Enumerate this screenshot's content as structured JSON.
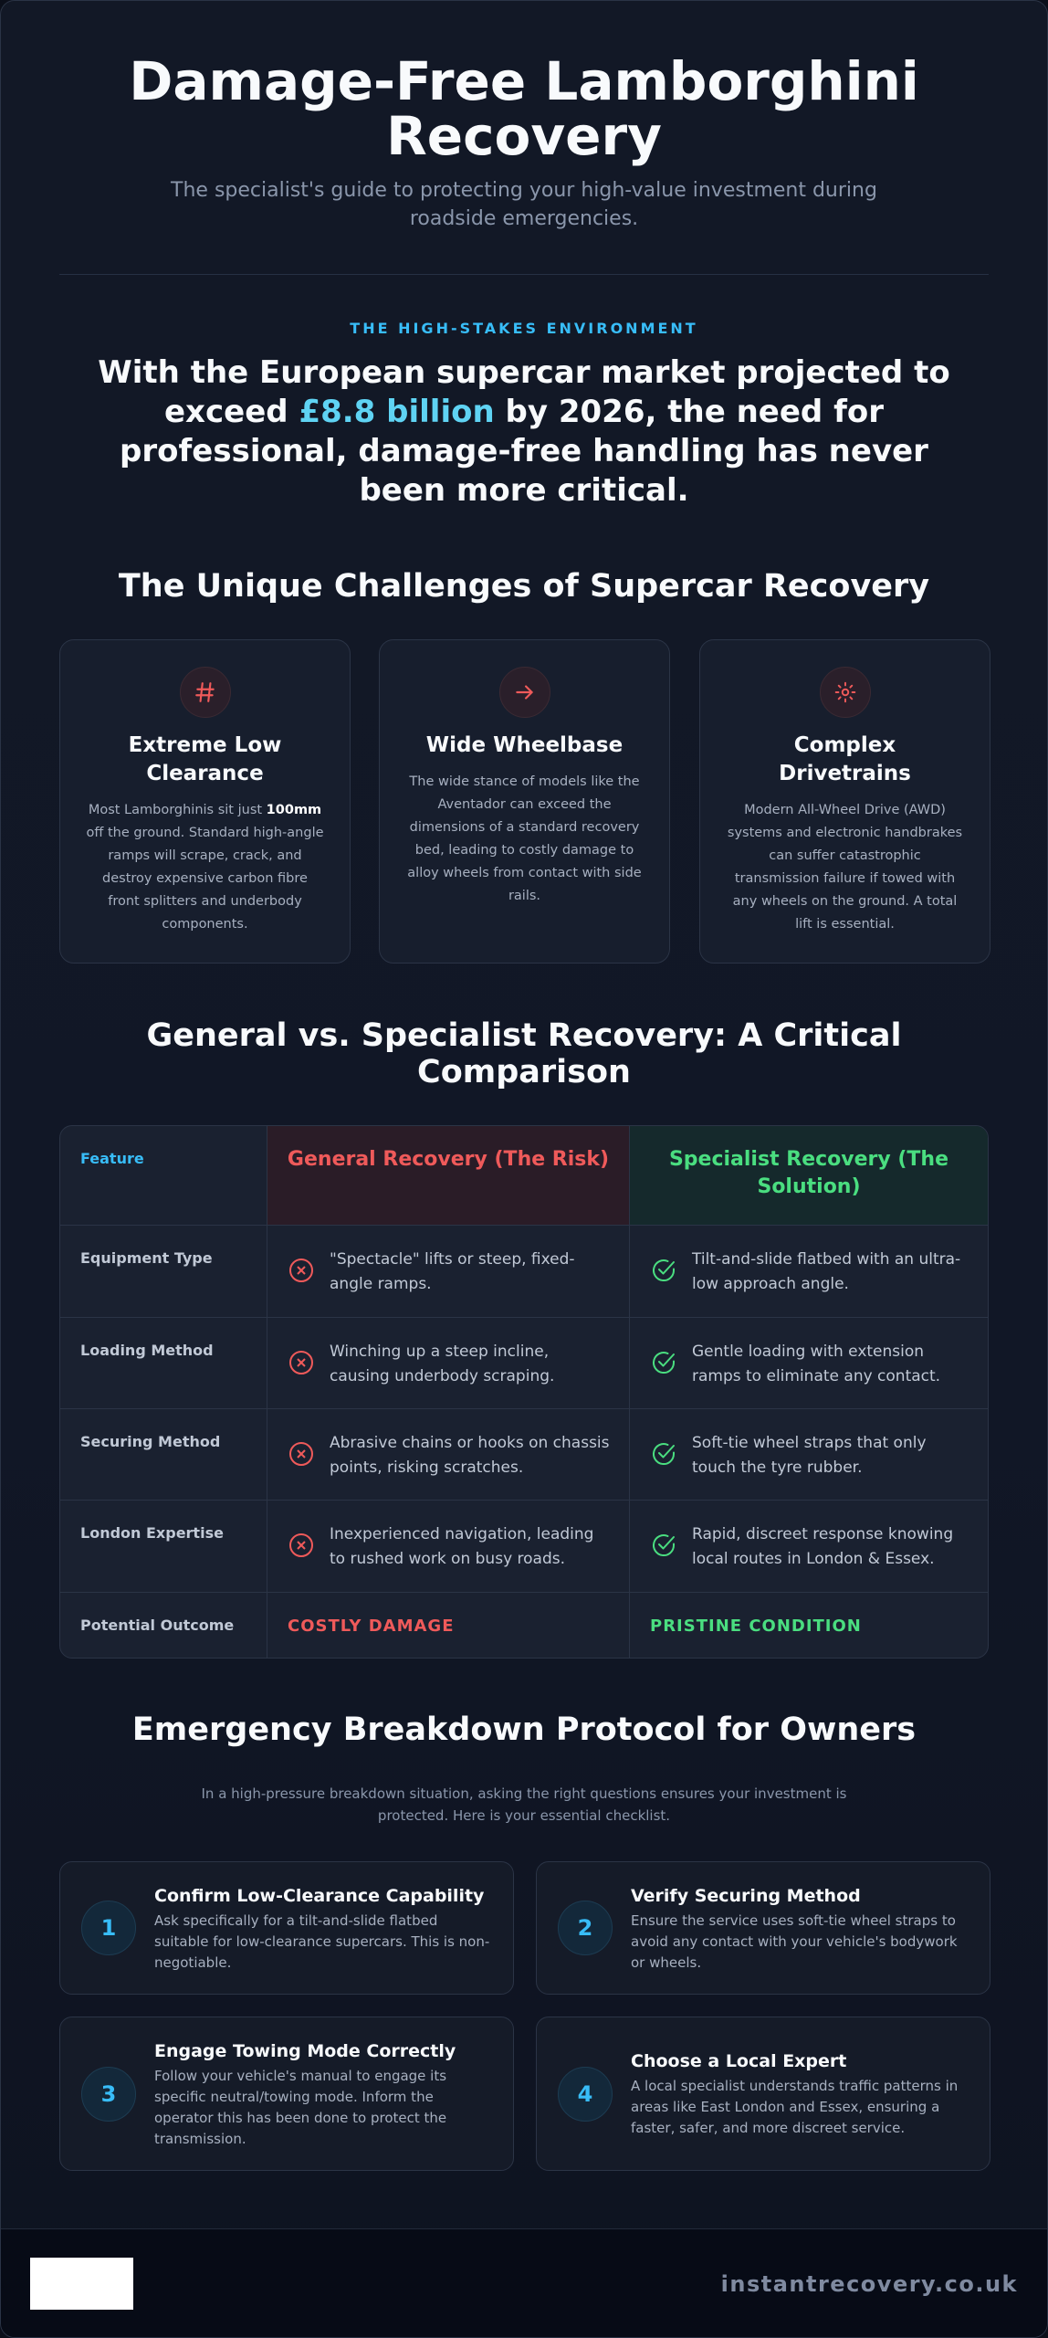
{
  "header": {
    "title": "Damage-Free Lamborghini Recovery",
    "subtitle": "The specialist's guide to protecting your high-value investment during roadside emergencies."
  },
  "intro": {
    "eyebrow": "THE HIGH-STAKES ENVIRONMENT",
    "lead_before": "With the European supercar market projected to exceed ",
    "lead_highlight": "£8.8 billion",
    "lead_after": " by 2026, the need for professional, damage-free handling has never been more critical."
  },
  "challenges": {
    "title": "The Unique Challenges of Supercar Recovery",
    "cards": [
      {
        "icon": "hash-icon",
        "title": "Extreme Low Clearance",
        "body_before": "Most Lamborghinis sit just ",
        "body_bold": "100mm",
        "body_after": " off the ground. Standard high-angle ramps will scrape, crack, and destroy expensive carbon fibre front splitters and underbody components."
      },
      {
        "icon": "arrow-right-icon",
        "title": "Wide Wheelbase",
        "body": "The wide stance of models like the Aventador can exceed the dimensions of a standard recovery bed, leading to costly damage to alloy wheels from contact with side rails."
      },
      {
        "icon": "gear-icon",
        "title": "Complex Drivetrains",
        "body": "Modern All-Wheel Drive (AWD) systems and electronic handbrakes can suffer catastrophic transmission failure if towed with any wheels on the ground. A total lift is essential."
      }
    ]
  },
  "comparison": {
    "title": "General vs. Specialist Recovery: A Critical Comparison",
    "headers": {
      "feature": "Feature",
      "general": "General Recovery (The Risk)",
      "specialist": "Specialist Recovery (The Solution)"
    },
    "rows": [
      {
        "feature": "Equipment Type",
        "general": "\"Spectacle\" lifts or steep, fixed-angle ramps.",
        "specialist": "Tilt-and-slide flatbed with an ultra-low approach angle."
      },
      {
        "feature": "Loading Method",
        "general": "Winching up a steep incline, causing underbody scraping.",
        "specialist": "Gentle loading with extension ramps to eliminate any contact."
      },
      {
        "feature": "Securing Method",
        "general": "Abrasive chains or hooks on chassis points, risking scratches.",
        "specialist": "Soft-tie wheel straps that only touch the tyre rubber."
      },
      {
        "feature": "London Expertise",
        "general": "Inexperienced navigation, leading to rushed work on busy roads.",
        "specialist": "Rapid, discreet response knowing local routes in London & Essex."
      }
    ],
    "outcome": {
      "feature": "Potential Outcome",
      "general": "COSTLY DAMAGE",
      "specialist": "PRISTINE CONDITION"
    }
  },
  "protocol": {
    "title": "Emergency Breakdown Protocol for Owners",
    "subtitle": "In a high-pressure breakdown situation, asking the right questions ensures your investment is protected. Here is your essential checklist.",
    "steps": [
      {
        "num": "1",
        "title": "Confirm Low-Clearance Capability",
        "body": "Ask specifically for a tilt-and-slide flatbed suitable for low-clearance supercars. This is non-negotiable."
      },
      {
        "num": "2",
        "title": "Verify Securing Method",
        "body": "Ensure the service uses soft-tie wheel straps to avoid any contact with your vehicle's bodywork or wheels."
      },
      {
        "num": "3",
        "title": "Engage Towing Mode Correctly",
        "body": "Follow your vehicle's manual to engage its specific neutral/towing mode. Inform the operator this has been done to protect the transmission."
      },
      {
        "num": "4",
        "title": "Choose a Local Expert",
        "body": "A local specialist understands traffic patterns in areas like East London and Essex, ensuring a faster, safer, and more discreet service."
      }
    ]
  },
  "footer": {
    "website": "instantrecovery.co.uk"
  },
  "colors": {
    "accent": "#38bdf8",
    "highlight": "#5fd3f3",
    "risk": "#ef5a5a",
    "solution": "#4ade80",
    "background": "#121826"
  }
}
